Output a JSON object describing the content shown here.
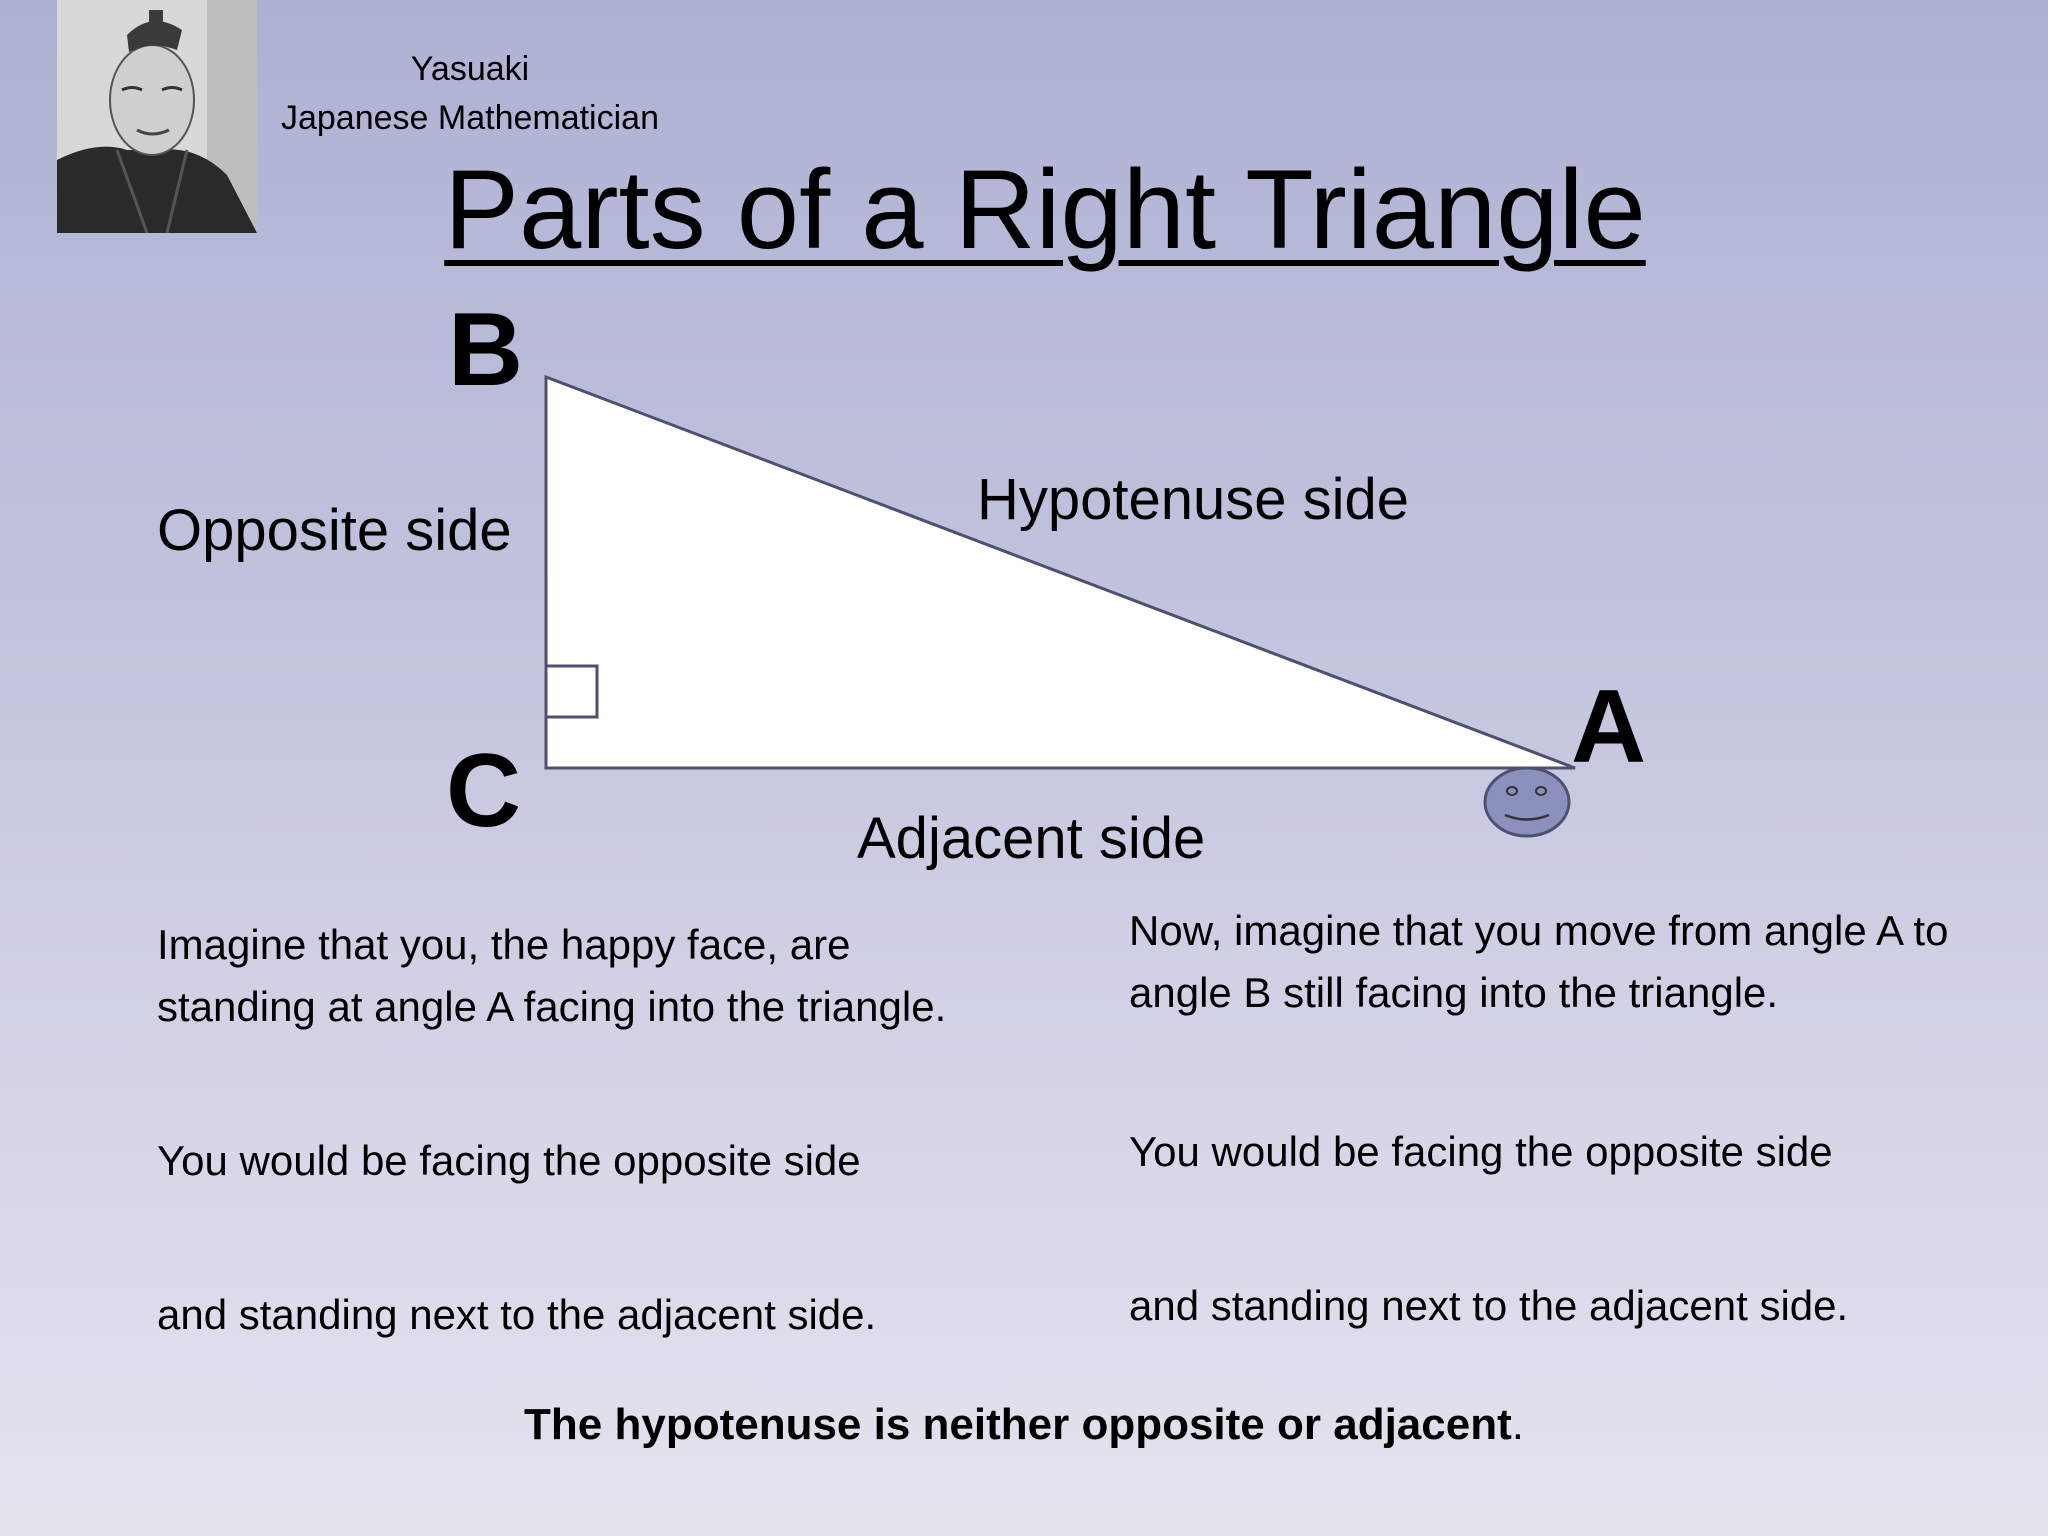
{
  "slide": {
    "title": "Parts of a Right Triangle",
    "portrait": {
      "icon": "portrait-icon",
      "caption_line1": "Yasuaki",
      "caption_line2": "Japanese Mathematician"
    },
    "vertices": {
      "b": "B",
      "a": "A",
      "c": "C"
    },
    "sides": {
      "opposite": "Opposite side",
      "hypotenuse": "Hypotenuse side",
      "adjacent": "Adjacent side"
    },
    "left_paragraphs": [
      "Imagine that you, the happy face, are standing at angle A facing into the triangle.",
      "You would be facing the opposite side",
      "and standing next to the adjacent side."
    ],
    "right_paragraphs": [
      "Now, imagine that you move from angle A to angle B still facing into the triangle.",
      "You would be facing the opposite side",
      "and standing next to the adjacent side."
    ],
    "conclusion_bold": "The hypotenuse is neither opposite or adjacent",
    "conclusion_end": ".",
    "colors": {
      "triangle_stroke": "#4f4f70",
      "triangle_fill": "#ffffff",
      "face_fill": "#8c90bd"
    }
  }
}
